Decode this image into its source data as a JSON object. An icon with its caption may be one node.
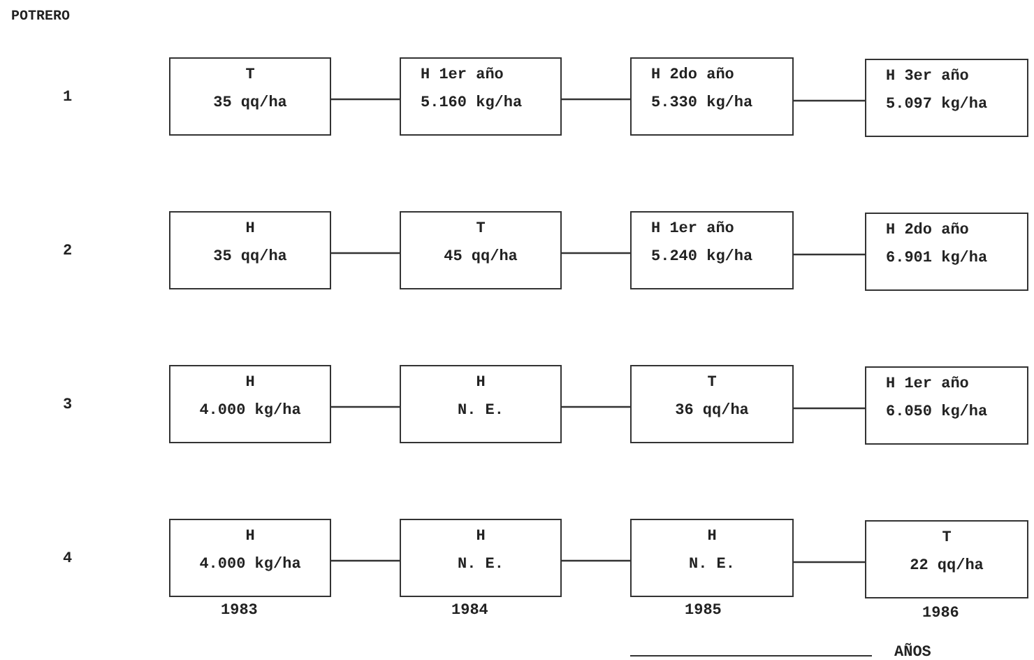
{
  "diagram": {
    "nodes": [
      {
        "text": [
          "T",
          "35 qq/ha"
        ]
      },
      {
        "text": [
          "H 1er año",
          "5.160 kg/ha"
        ]
      },
      {
        "text": [
          "H 2do año",
          "5.330 kg/ha"
        ]
      },
      {
        "text": [
          "H 3er año",
          "5.097 kg/ha"
        ]
      },
      {
        "text": [
          "H",
          "35 qq/ha"
        ]
      },
      {
        "text": [
          "T",
          "45 qq/ha"
        ]
      },
      {
        "text": [
          "H 1er año",
          "5.240 kg/ha"
        ]
      },
      {
        "text": [
          "H 2do año",
          "6.901 kg/ha"
        ]
      },
      {
        "text": [
          "H",
          "4.000 kg/ha"
        ]
      },
      {
        "text": [
          "H",
          "N. E."
        ]
      },
      {
        "text": [
          "T",
          "36 qq/ha"
        ]
      },
      {
        "text": [
          "H 1er año",
          "6.050 kg/ha"
        ]
      },
      {
        "text": [
          "H",
          "4.000 kg/ha"
        ]
      },
      {
        "text": [
          "H",
          "N. E."
        ]
      },
      {
        "text": [
          "H",
          "N. E."
        ]
      },
      {
        "text": [
          "T",
          "22 qq/ha"
        ]
      }
    ],
    "edges": [
      {
        "from": 0,
        "to": 1,
        "arrow": "none"
      },
      {
        "from": 1,
        "to": 2,
        "arrow": "none"
      },
      {
        "from": 2,
        "to": 3,
        "arrow": "none"
      },
      {
        "from": 4,
        "to": 5,
        "arrow": "none"
      },
      {
        "from": 5,
        "to": 6,
        "arrow": "none"
      },
      {
        "from": 6,
        "to": 7,
        "arrow": "none"
      },
      {
        "from": 8,
        "to": 9,
        "arrow": "none"
      },
      {
        "from": 9,
        "to": 10,
        "arrow": "none"
      },
      {
        "from": 10,
        "to": 11,
        "arrow": "none"
      },
      {
        "from": 12,
        "to": 13,
        "arrow": "none"
      },
      {
        "from": 13,
        "to": 14,
        "arrow": "none"
      },
      {
        "from": 14,
        "to": 15,
        "arrow": "none"
      }
    ],
    "labels": [
      "POTRERO",
      "1",
      "2",
      "3",
      "4",
      "1983",
      "1984",
      "1985",
      "1986",
      "AÑOS"
    ]
  }
}
